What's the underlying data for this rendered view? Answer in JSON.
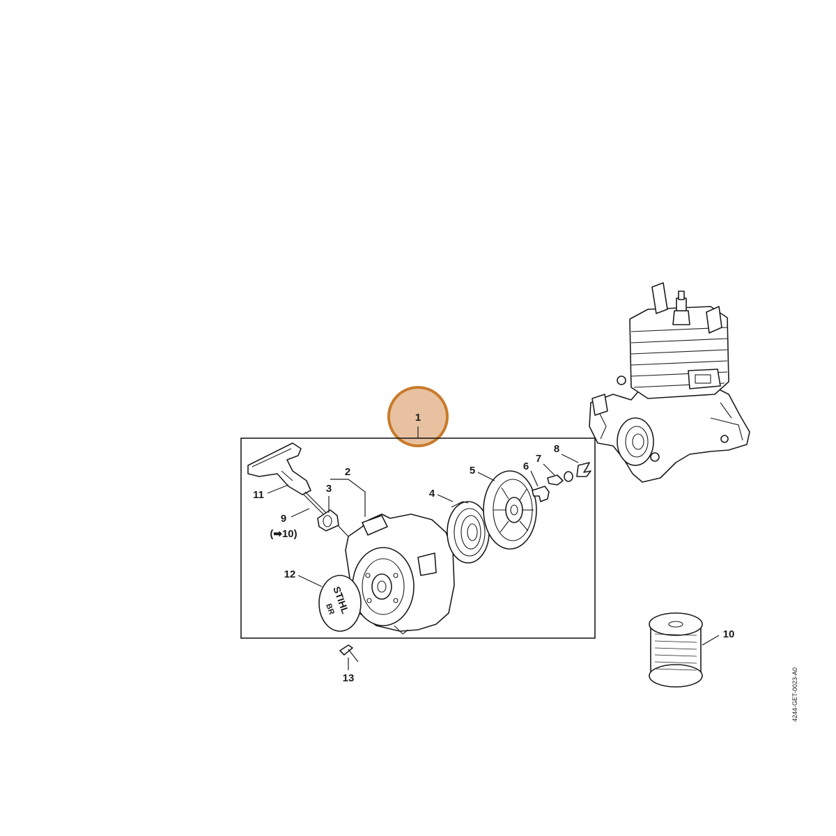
{
  "highlight_color": "#c97a2a",
  "highlight_fill": "#e8c2a0",
  "callouts": {
    "c1": "1",
    "c2": "2",
    "c3": "3",
    "c4": "4",
    "c5": "5",
    "c6": "6",
    "c7": "7",
    "c8": "8",
    "c9": "9",
    "c9_ref": "(➡10)",
    "c10": "10",
    "c11": "11",
    "c12": "12",
    "c13": "13"
  },
  "logo_text": {
    "brand": "STIHL",
    "model": "BR"
  },
  "document_code": "4244-GET-0023-A0"
}
